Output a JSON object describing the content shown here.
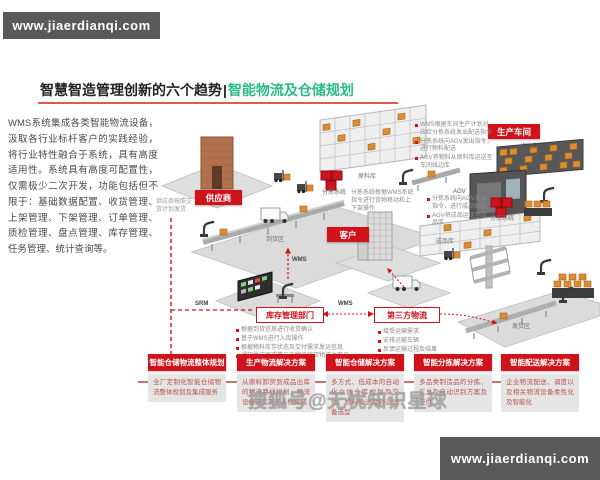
{
  "watermarks": {
    "top_left": "www.jiaerdianqi.com",
    "bottom_right": "www.jiaerdianqi.com",
    "sohu": "搜狐号@无忧知识星球"
  },
  "title": {
    "part1": "智慧智造管理创新的六个趋势",
    "divider": "|",
    "part2": "智能物流及仓储规划"
  },
  "intro": "WMS系统集成各类智能物流设备，汲取各行业标杆客户的实践经验，将行业特性融合于系统，具有高度适用性。系统具有高度可配置性，仅需极少二次开发，功能包括但不限于：基础数据配置、收货管理、上架管理、下架管理、订单管理、质检管理、盘点管理、库存管理、任务管理、统计查询等。",
  "diagram": {
    "nodes": {
      "supplier": "供应商",
      "customer": "客户",
      "workshop": "生产车间",
      "warehouse_dept": "库存管理部门",
      "third_party_logistics": "第三方物流"
    },
    "labels": {
      "srm": "SRM",
      "wms_vertical": "WMS",
      "wms_horizontal": "WMS",
      "arrival_area": "到货区",
      "shipping_area": "发货区",
      "raw_material_warehouse": "原料库",
      "line_side_warehouse": "线边库",
      "finished_goods_warehouse": "成品库",
      "agv": "AGV",
      "sorting_system_left": "分拣系统",
      "sorting_system_right": "分拣系统"
    },
    "supplier_note": "供应商按照交货计划发货",
    "workshop_notes": [
      "WMS根据车间生产计划对应给分拣系统发出配送指令",
      "分拣系统向AGV发出指令，进行物料配送",
      "AGV将物料从原料库运送至车间线边库"
    ],
    "sorting_note": "分拣系统根据WMS系统指令进行货物移动和上下架操作",
    "finished_notes": [
      "分拣系统向AGV发出指令，进行成品输送",
      "AGV将成品运送至成品库"
    ],
    "warehouse_notes": [
      "根据到货信息进行收货确认",
      "基于WMS进行入库操作",
      "根据物料库存状态及交付需求发运信息",
      "通知供应商或第三方物流将货物送达客户"
    ],
    "logistics_notes": [
      "接受运输需求",
      "安排运输车辆",
      "反馈运输过程及结果"
    ]
  },
  "solutions": [
    {
      "title": "智能仓储物流整体规划",
      "body": "全厂定制化智能仓储物流整体规划及集成服务"
    },
    {
      "title": "生产物流解决方案",
      "body": "从原料卸货到成品出库的物流路线规划、物流设备选型及子系统集成"
    },
    {
      "title": "智能仓储解决方案",
      "body": "多方式、低成本的自动化立体仓库规划及交付、物料输送及转运设备选型"
    },
    {
      "title": "智能分拣解决方案",
      "body": "多品类制造品的分拣、汇总及自动识别方案及交付"
    },
    {
      "title": "智能配送解决方案",
      "body": "企业物流配送、调度以及相关物流设备柔性化及智能化"
    }
  ],
  "colors": {
    "primary_red": "#d0121b",
    "accent_teal": "#2abb87"
  }
}
